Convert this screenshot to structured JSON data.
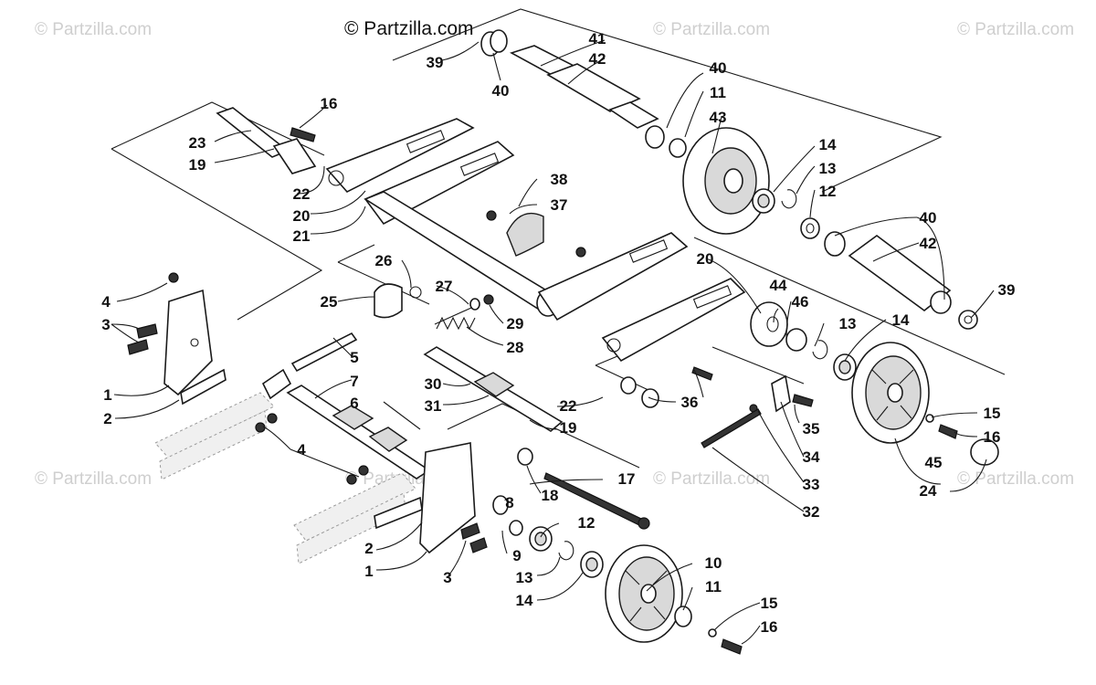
{
  "brand": "© Partzilla.com",
  "watermarks": [
    "© Partzilla.com",
    "© Partzilla.com",
    "© Partzilla.com",
    "© Partzilla.com",
    "© Partzilla.com",
    "© Partzilla.com",
    "© Partzilla.com",
    "© Partzilla.com"
  ],
  "callouts": {
    "c1a": "1",
    "c1b": "1",
    "c2a": "2",
    "c2b": "2",
    "c3a": "3",
    "c3b": "3",
    "c4a": "4",
    "c4b": "4",
    "c5": "5",
    "c6": "6",
    "c7": "7",
    "c8": "8",
    "c9": "9",
    "c10": "10",
    "c11a": "11",
    "c11b": "11",
    "c12a": "12",
    "c12b": "12",
    "c13a": "13",
    "c13b": "13",
    "c13c": "13",
    "c14a": "14",
    "c14b": "14",
    "c14c": "14",
    "c15a": "15",
    "c15b": "15",
    "c16a": "16",
    "c16b": "16",
    "c16c": "16",
    "c17": "17",
    "c18": "18",
    "c19a": "19",
    "c19b": "19",
    "c20a": "20",
    "c20b": "20",
    "c21": "21",
    "c22a": "22",
    "c22b": "22",
    "c23": "23",
    "c24": "24",
    "c25": "25",
    "c26": "26",
    "c27": "27",
    "c28": "28",
    "c29": "29",
    "c30": "30",
    "c31": "31",
    "c32": "32",
    "c33": "33",
    "c34": "34",
    "c35": "35",
    "c36": "36",
    "c37": "37",
    "c38": "38",
    "c39a": "39",
    "c39b": "39",
    "c40a": "40",
    "c40b": "40",
    "c40c": "40",
    "c41": "41",
    "c42a": "42",
    "c42b": "42",
    "c43": "43",
    "c44": "44",
    "c45": "45",
    "c46": "46"
  },
  "colors": {
    "line": "#1a1a1a",
    "watermark": "#cfcfcf",
    "background": "#ffffff"
  }
}
